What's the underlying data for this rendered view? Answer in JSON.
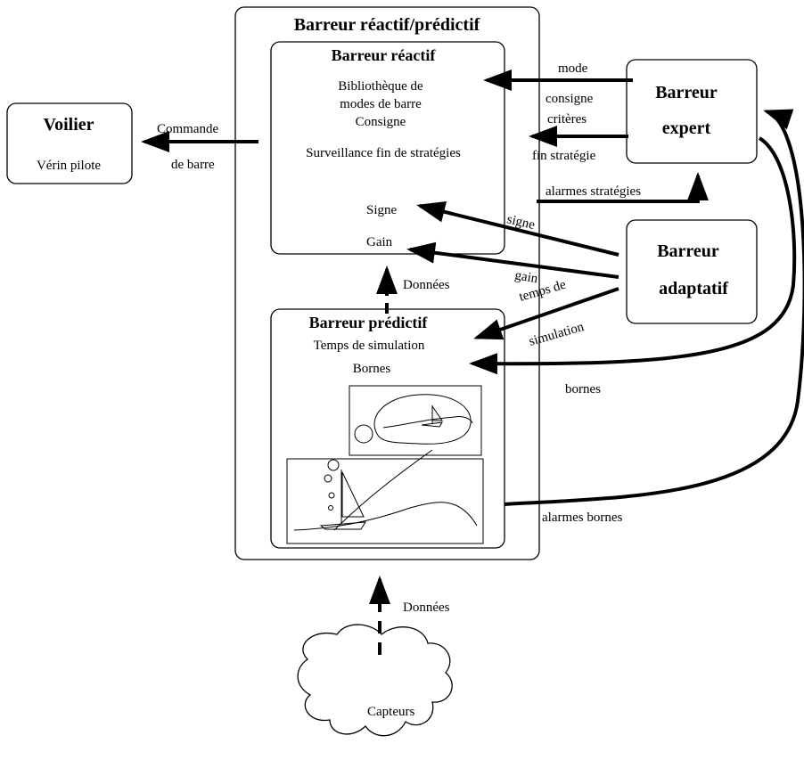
{
  "main_box": {
    "title": "Barreur réactif/prédictif",
    "reactive": {
      "title": "Barreur réactif",
      "lines": [
        "Bibliothèque de",
        "modes de barre",
        "Consigne",
        "Surveillance fin de stratégies"
      ],
      "signe": "Signe",
      "gain": "Gain"
    },
    "predictive": {
      "title": "Barreur prédictif",
      "temps": "Temps de simulation",
      "bornes": "Bornes"
    },
    "donnees_internal": "Données"
  },
  "voilier": {
    "title": "Voilier",
    "subtitle": "Vérin pilote"
  },
  "expert": {
    "line1": "Barreur",
    "line2": "expert"
  },
  "adaptatif": {
    "line1": "Barreur",
    "line2": "adaptatif"
  },
  "capteurs": {
    "label": "Capteurs"
  },
  "labels": {
    "commande": "Commande",
    "de_barre": "de barre",
    "mode": "mode",
    "consigne": "consigne",
    "criteres": "critères",
    "fin_strategie": "fin stratégie",
    "alarmes_strategies": "alarmes stratégies",
    "signe": "signe",
    "gain": "gain",
    "temps_de": "temps de",
    "simulation": "simulation",
    "bornes": "bornes",
    "alarmes_bornes": "alarmes bornes",
    "donnees_bottom": "Données"
  }
}
